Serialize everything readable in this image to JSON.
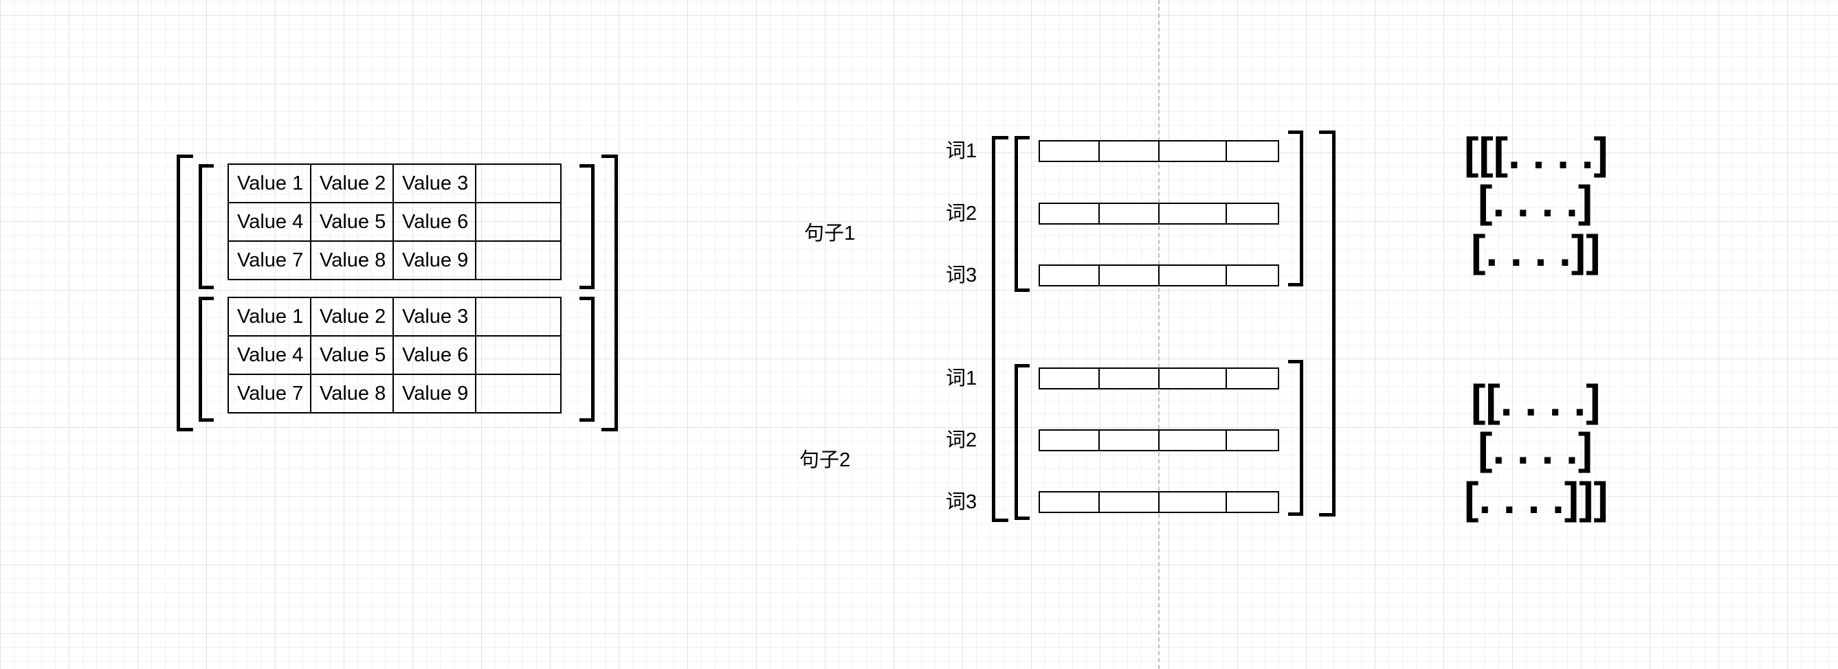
{
  "left_matrix": {
    "blocks": [
      {
        "rows": [
          [
            "Value 1",
            "Value 2",
            "Value 3",
            ""
          ],
          [
            "Value 4",
            "Value 5",
            "Value 6",
            ""
          ],
          [
            "Value 7",
            "Value 8",
            "Value 9",
            ""
          ]
        ]
      },
      {
        "rows": [
          [
            "Value 1",
            "Value 2",
            "Value 3",
            ""
          ],
          [
            "Value 4",
            "Value 5",
            "Value 6",
            ""
          ],
          [
            "Value 7",
            "Value 8",
            "Value 9",
            ""
          ]
        ]
      }
    ]
  },
  "tensor": {
    "sentences": [
      {
        "label": "句子1",
        "words": [
          "词1",
          "词2",
          "词3"
        ]
      },
      {
        "label": "句子2",
        "words": [
          "词1",
          "词2",
          "词3"
        ]
      }
    ]
  },
  "array_notation": {
    "sentence1": [
      "[[[. . . .]",
      "[. . . .]",
      "[. . . .]]"
    ],
    "sentence2": [
      "[[. . . .]",
      "[. . . .]",
      "[. . . .]]]"
    ]
  }
}
